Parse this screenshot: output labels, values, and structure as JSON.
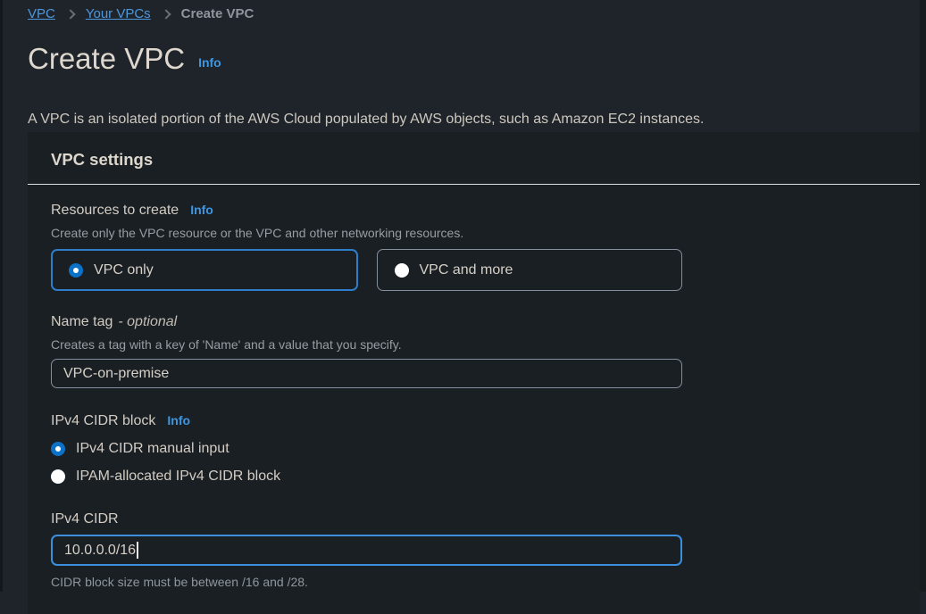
{
  "colors": {
    "page_background": "#1f242a",
    "card_background": "#1a1f24",
    "link_blue": "#4d97dd",
    "info_blue": "#3e96e0",
    "selected_radio_blue": "#0b72c8",
    "selected_tile_border": "#2e7dc8",
    "focused_input_border": "#3b8fdd",
    "input_border_gray": "#848e9c",
    "primary_text": "#ddd7cd",
    "secondary_text": "#989da3"
  },
  "breadcrumb": {
    "separator_icon": "chevron-right-icon",
    "items": [
      {
        "label": "VPC"
      },
      {
        "label": "Your VPCs"
      },
      {
        "label": "Create VPC"
      }
    ]
  },
  "header": {
    "title": "Create VPC",
    "info_label": "Info",
    "description": "A VPC is an isolated portion of the AWS Cloud populated by AWS objects, such as Amazon EC2 instances."
  },
  "panel": {
    "title": "VPC settings",
    "resources_field": {
      "label": "Resources to create",
      "info_label": "Info",
      "description": "Create only the VPC resource or the VPC and other networking resources.",
      "options": [
        {
          "label": "VPC only",
          "selected": true
        },
        {
          "label": "VPC and more",
          "selected": false
        }
      ]
    },
    "name_field": {
      "label": "Name tag",
      "optional_label": "- optional",
      "description": "Creates a tag with a key of 'Name' and a value that you specify.",
      "value": "VPC-on-premise"
    },
    "cidr_block_field": {
      "label": "IPv4 CIDR block",
      "info_label": "Info",
      "options": [
        {
          "label": "IPv4 CIDR manual input",
          "selected": true
        },
        {
          "label": "IPAM-allocated IPv4 CIDR block",
          "selected": false
        }
      ]
    },
    "cidr_field": {
      "label": "IPv4 CIDR",
      "value": "10.0.0.0/16",
      "constraint": "CIDR block size must be between /16 and /28."
    }
  }
}
